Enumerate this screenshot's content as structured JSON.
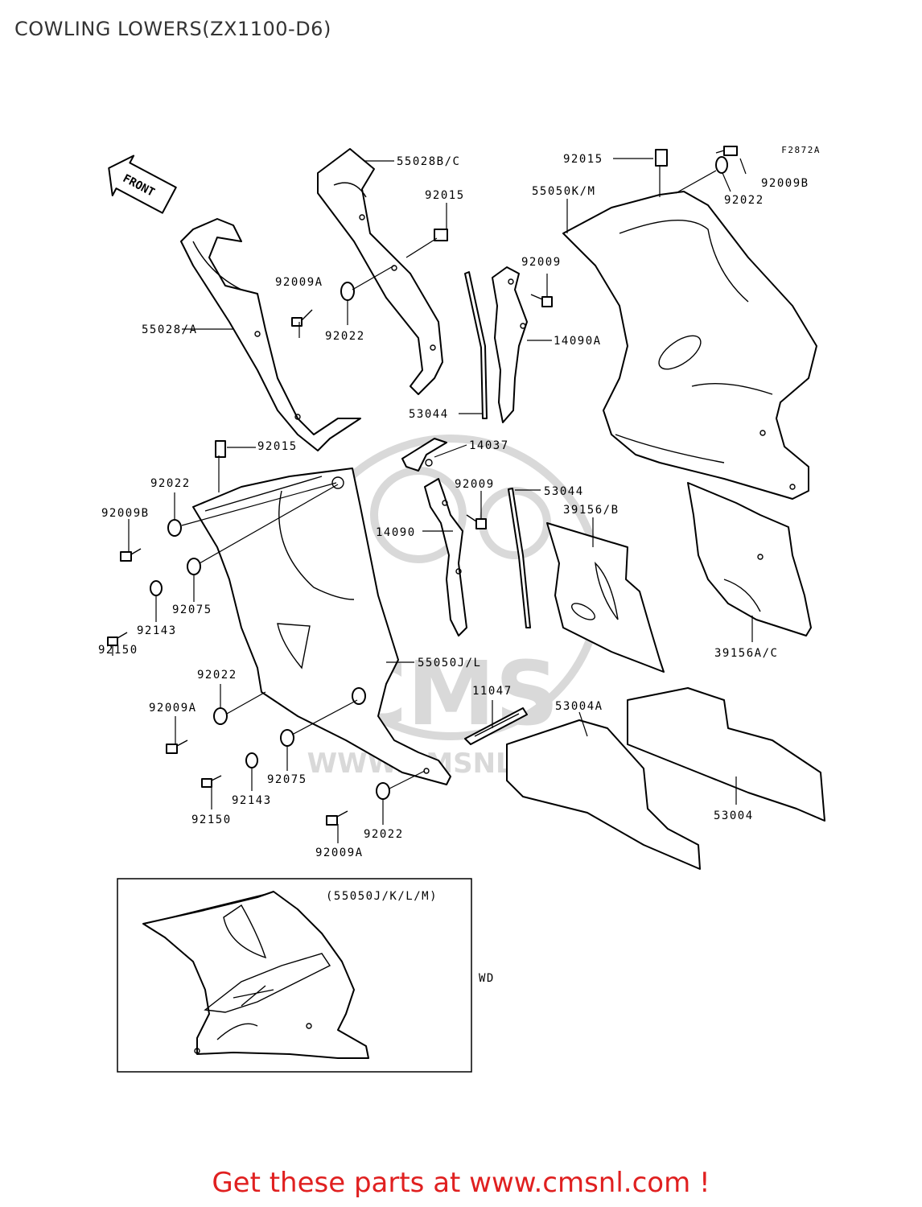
{
  "title": "COWLING LOWERS(ZX1100-D6)",
  "figure_code": "F2872A",
  "front_arrow": "FRONT",
  "watermark": {
    "logo": "CMS",
    "url": "WWW.CMSNL.COM"
  },
  "inset": {
    "caption": "(55050J/K/L/M)",
    "side_label": "WD"
  },
  "parts": {
    "p55028bc": "55028B/C",
    "p92015a": "92015",
    "p92009a_top": "92009A",
    "p92022_top": "92022",
    "p55028a": "55028/A",
    "p53044_top": "53044",
    "p92009_top": "92009",
    "p14090a": "14090A",
    "p92015_right": "92015",
    "p55050km": "55050K/M",
    "p92022_right": "92022",
    "p92009b_right": "92009B",
    "p14037": "14037",
    "p92015_mid": "92015",
    "p92022_left": "92022",
    "p92009b_left": "92009B",
    "p92075_left": "92075",
    "p92143_left": "92143",
    "p92150_left": "92150",
    "p92009_mid": "92009",
    "p53044_mid": "53044",
    "p39156b": "39156/B",
    "p14090": "14090",
    "p39156ac": "39156A/C",
    "p55050jl": "55050J/L",
    "p92022_lower": "92022",
    "p92009a_lower": "92009A",
    "p11047": "11047",
    "p53004a": "53004A",
    "p92075_lower": "92075",
    "p92143_lower": "92143",
    "p92150_lower": "92150",
    "p92022_bottom": "92022",
    "p92009a_bottom": "92009A",
    "p53004": "53004"
  },
  "footer": {
    "cta": "Get these parts at www.cmsnl.com !"
  },
  "colors": {
    "cta": "#e02020",
    "watermark": "#d9d9d9",
    "line": "#000000"
  }
}
